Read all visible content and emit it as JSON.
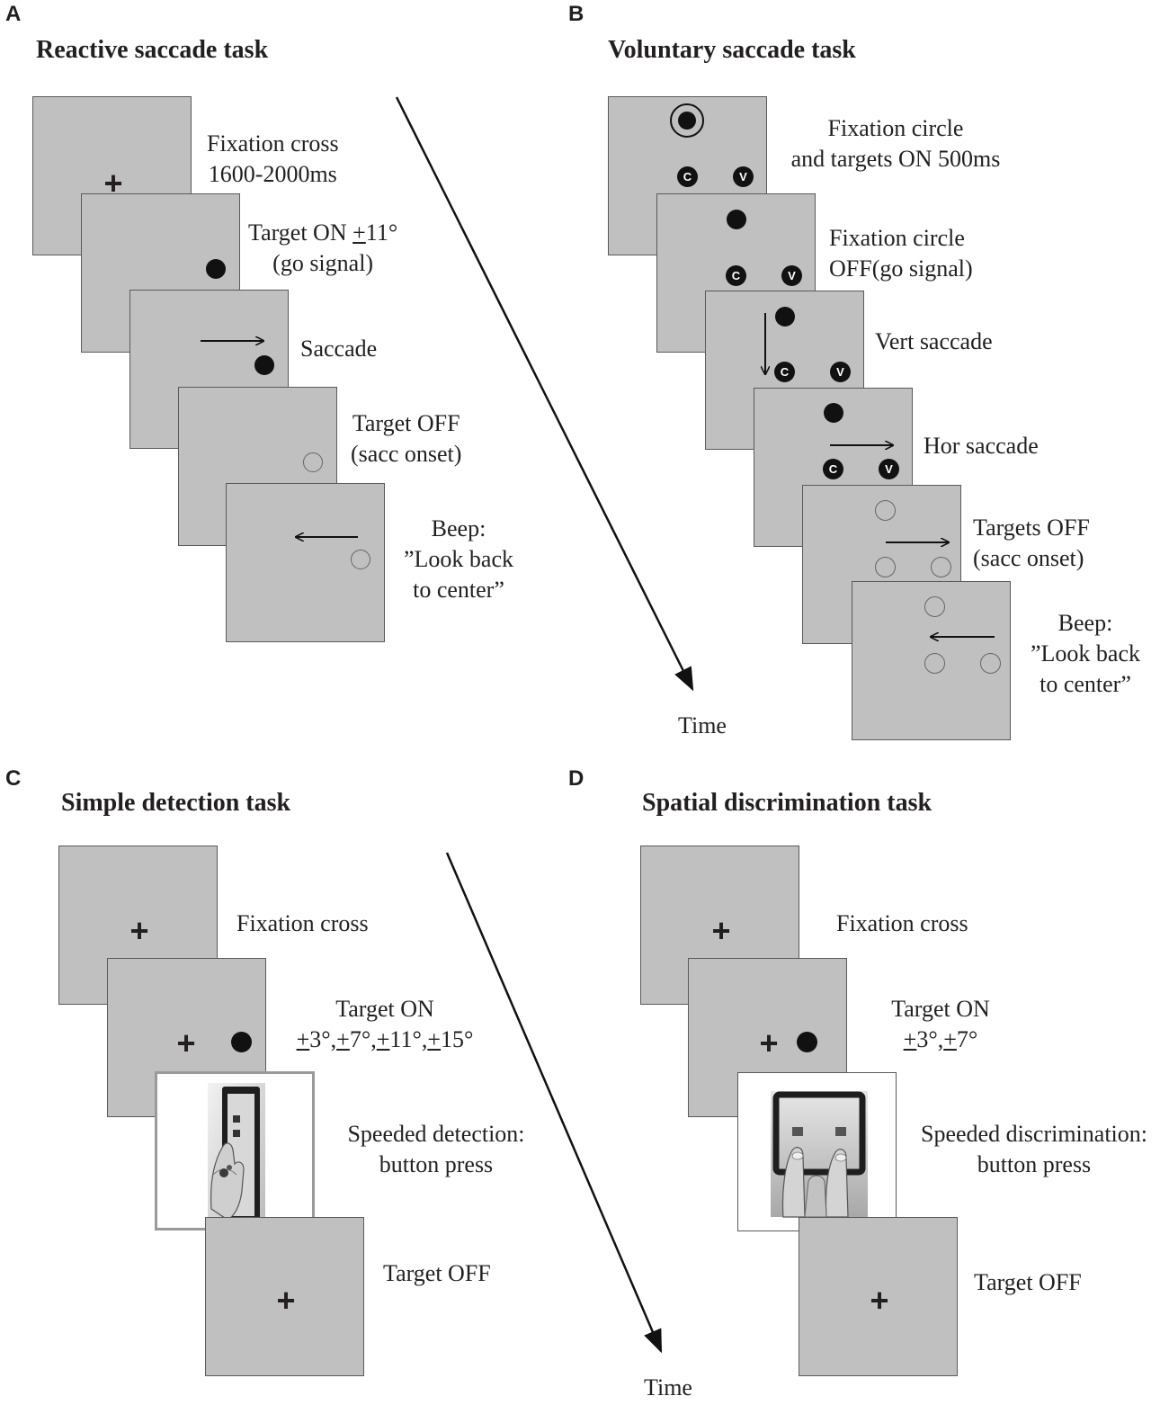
{
  "panels": {
    "A": {
      "letter": "A",
      "title": "Reactive saccade task",
      "steps": [
        {
          "line1": "Fixation cross",
          "line2": "1600-2000ms"
        },
        {
          "line1_pre": "Target ON ",
          "line1_pm": "+",
          "line1_post": "11°",
          "line2": "(go signal)"
        },
        {
          "line1": "Saccade"
        },
        {
          "line1": "Target OFF",
          "line2": "(sacc onset)"
        },
        {
          "line1": "Beep:",
          "line2": "”Look back",
          "line3": "to center”"
        }
      ]
    },
    "B": {
      "letter": "B",
      "title": "Voluntary saccade task",
      "steps": [
        {
          "line1": "Fixation circle",
          "line2": "and targets ON 500ms"
        },
        {
          "line1": "Fixation circle",
          "line2": "OFF(go signal)"
        },
        {
          "line1": "Vert saccade"
        },
        {
          "line1": "Hor saccade"
        },
        {
          "line1": "Targets OFF",
          "line2": "(sacc onset)"
        },
        {
          "line1": "Beep:",
          "line2": "”Look back",
          "line3": "to center”"
        }
      ],
      "badge_c": "C",
      "badge_v": "V",
      "time_label": "Time"
    },
    "C": {
      "letter": "C",
      "title": "Simple detection task",
      "steps": [
        {
          "line1": "Fixation cross"
        },
        {
          "line1": "Target ON",
          "line2_parts": [
            "+",
            "3°,",
            "+",
            "7°,",
            "+",
            "11°,",
            "+",
            "15°"
          ]
        },
        {
          "line1": "Speeded detection:",
          "line2": "button press"
        },
        {
          "line1": "Target OFF"
        }
      ]
    },
    "D": {
      "letter": "D",
      "title": "Spatial discrimination task",
      "steps": [
        {
          "line1": "Fixation cross"
        },
        {
          "line1": "Target ON",
          "line2_parts": [
            "+",
            "3°,",
            "+",
            "7°"
          ]
        },
        {
          "line1": "Speeded discrimination:",
          "line2": "button press"
        },
        {
          "line1": "Target OFF"
        }
      ],
      "time_label": "Time"
    }
  },
  "symbols": {
    "cross": "+"
  }
}
